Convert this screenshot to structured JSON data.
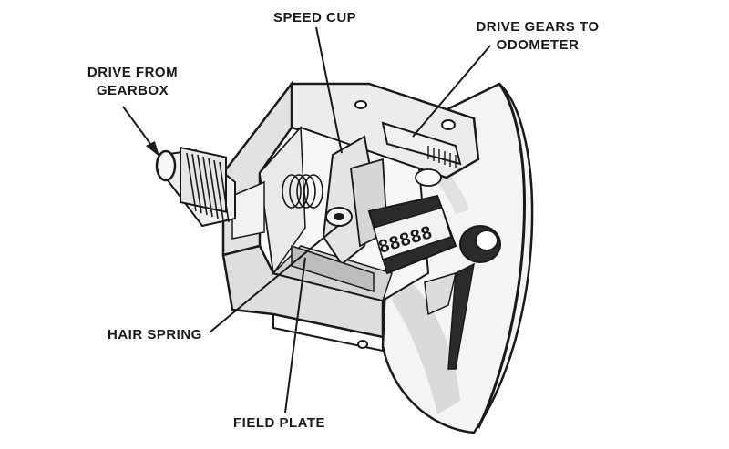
{
  "labels": {
    "speed_cup": "SPEED CUP",
    "drive_gears_line1": "DRIVE GEARS TO",
    "drive_gears_line2": "ODOMETER",
    "drive_from_line1": "DRIVE FROM",
    "drive_from_line2": "GEARBOX",
    "hair_spring": "HAIR SPRING",
    "field_plate": "FIELD PLATE"
  },
  "odometer_digits": "88888",
  "colors": {
    "ink": "#1a1a1a",
    "paper": "#ffffff",
    "shade": "#8a8a8a",
    "dark_fill": "#2b2b2b"
  }
}
